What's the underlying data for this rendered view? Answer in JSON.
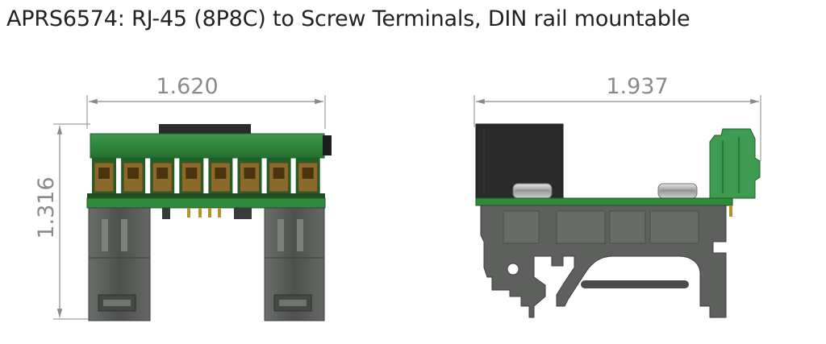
{
  "title": "APRS6574: RJ-45 (8P8C) to Screw Terminals, DIN rail mountable",
  "front_view": {
    "width_dimension": "1.620",
    "height_dimension": "1.316",
    "terminal_count": 8
  },
  "side_view": {
    "width_dimension": "1.937"
  },
  "colors": {
    "pcb_green": "#2e8b3a",
    "connector_black": "#2a2a2a",
    "din_clip_gray": "#5d605d",
    "terminal_block_green": "#3f9a52",
    "screw_brass": "#8a6a2a",
    "dimension_gray": "#8a8a8a"
  }
}
